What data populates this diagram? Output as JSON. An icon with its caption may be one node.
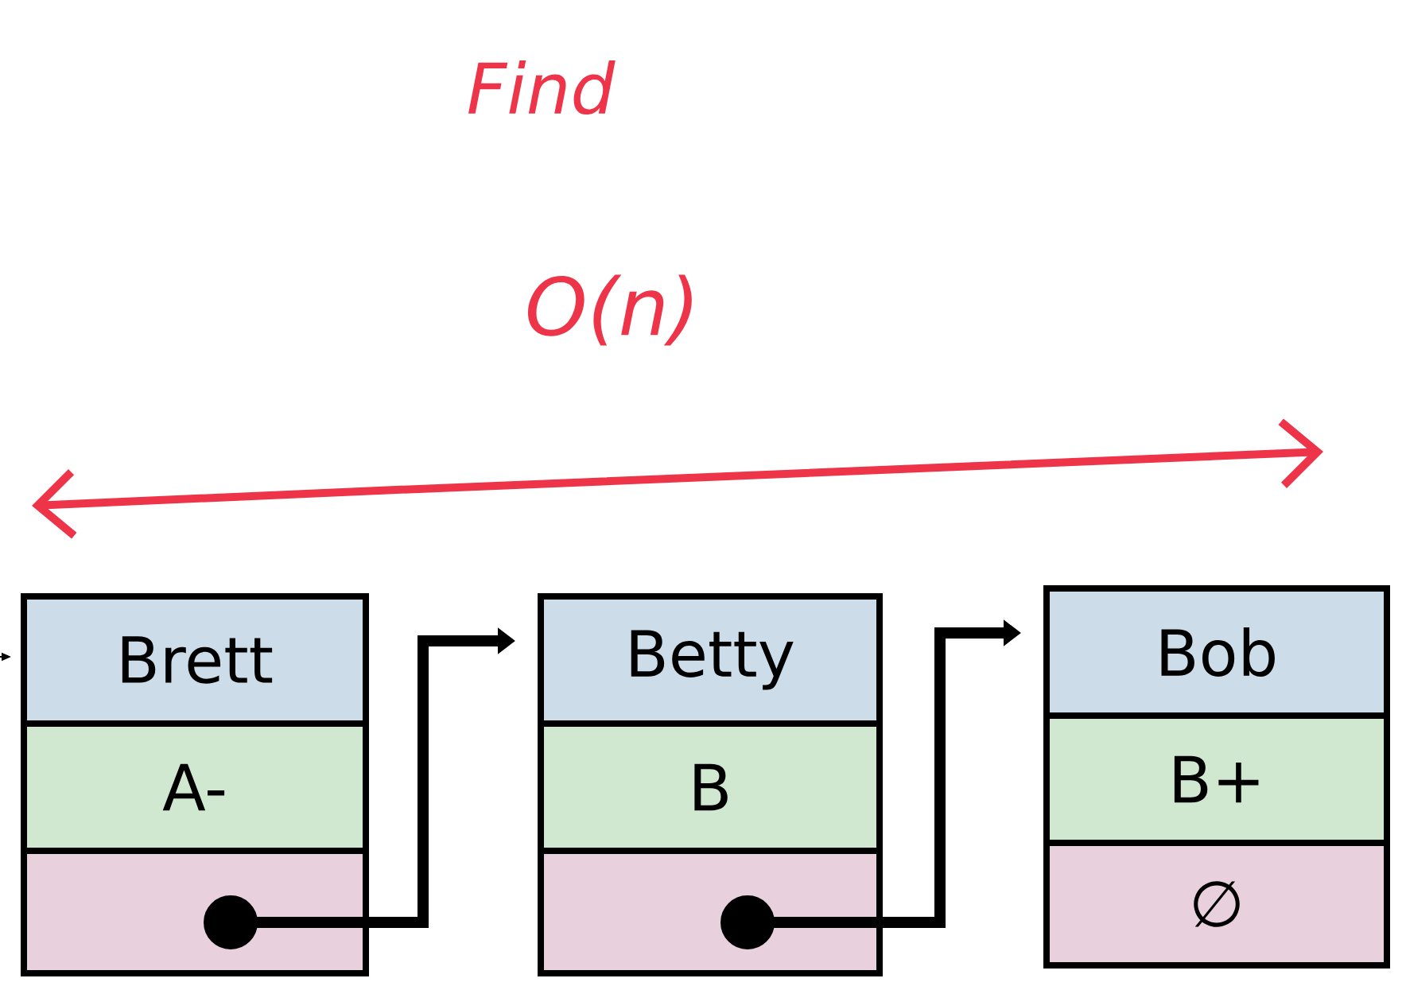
{
  "diagram": {
    "nodes": [
      {
        "text": [
          "Brett",
          "A-"
        ]
      },
      {
        "text": [
          "Betty",
          "B"
        ]
      },
      {
        "text": [
          "Bob",
          "B+",
          "∅"
        ]
      }
    ],
    "edges": [
      {
        "from": null,
        "to": 0,
        "arrow": "to"
      },
      {
        "from": 0,
        "to": 1,
        "arrow": "to"
      },
      {
        "from": 1,
        "to": 2,
        "arrow": "to"
      }
    ],
    "labels": [
      "Find",
      "O(n)"
    ]
  }
}
